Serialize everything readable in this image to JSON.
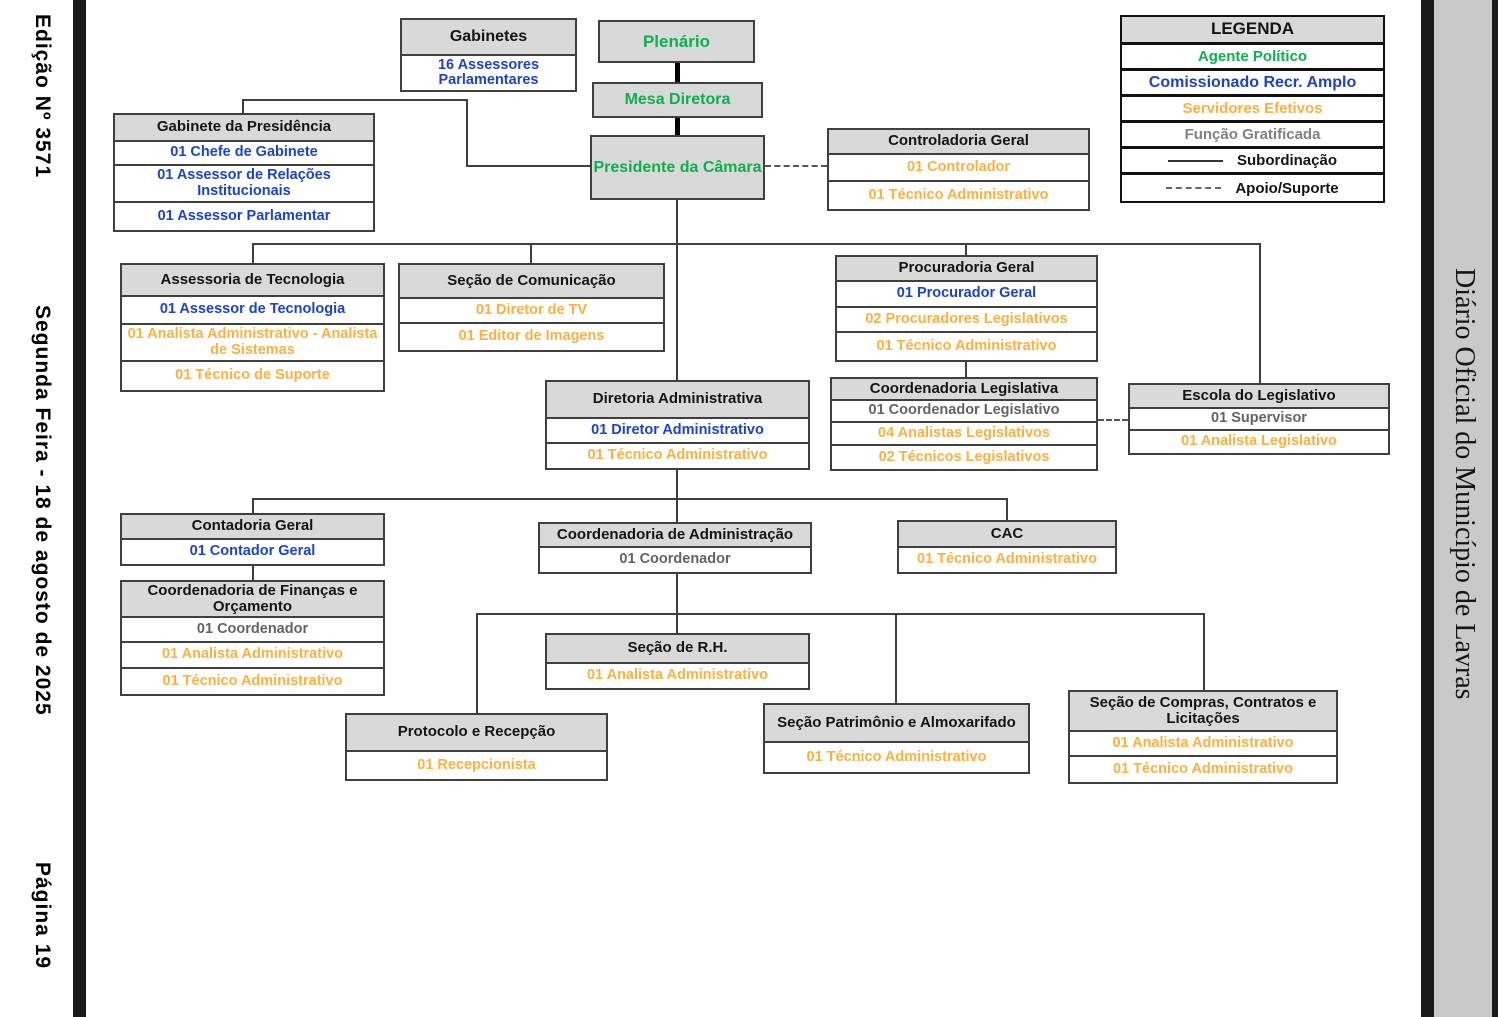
{
  "sidebar_left": {
    "edition_label": "Edição Nº 3571",
    "date_label": "Segunda Feira - 18 de agosto de 2025",
    "page_label": "Página 19"
  },
  "sidebar_right": {
    "gazette_title": "Diário Oficial do Município de Lavras"
  },
  "palette": {
    "agente_politico_green": "#0CB04E",
    "comissionado_blue": "#1B43CB",
    "servidor_efetivo_orange": "#FBB040",
    "funcao_gratificada_gray": "#808080",
    "header_bg": "#D9D9D9",
    "line": "#3F3F3F"
  },
  "legend": {
    "title": "LEGENDA",
    "items": [
      {
        "label": "Agente Político",
        "category": "agente-politico"
      },
      {
        "label": "Comissionado Recr. Amplo",
        "category": "comissionado"
      },
      {
        "label": "Servidores Efetivos",
        "category": "servidor-efetivo"
      },
      {
        "label": "Função Gratificada",
        "category": "funcao-gratificada"
      },
      {
        "label": "Subordinação",
        "icon": "solid-line"
      },
      {
        "label": "Apoio/Suporte",
        "icon": "dashed-line"
      }
    ]
  },
  "org": {
    "plenario": {
      "title": "Plenário"
    },
    "mesa_diretora": {
      "title": "Mesa Diretora"
    },
    "presidente": {
      "title": "Presidente da Câmara"
    },
    "gabinetes": {
      "title": "Gabinetes",
      "rows": [
        {
          "text": "16 Assessores Parlamentares",
          "category": "comissionado"
        }
      ]
    },
    "gabinete_presidencia": {
      "title": "Gabinete da Presidência",
      "rows": [
        {
          "text": "01 Chefe de Gabinete",
          "category": "comissionado"
        },
        {
          "text": "01 Assessor de Relações Institucionais",
          "category": "comissionado"
        },
        {
          "text": "01 Assessor Parlamentar",
          "category": "comissionado"
        }
      ]
    },
    "controladoria_geral": {
      "title": "Controladoria Geral",
      "rows": [
        {
          "text": "01 Controlador",
          "category": "servidor-efetivo"
        },
        {
          "text": "01 Técnico Administrativo",
          "category": "servidor-efetivo"
        }
      ]
    },
    "assessoria_tecnologia": {
      "title": "Assessoria de Tecnologia",
      "rows": [
        {
          "text": "01 Assessor de Tecnologia",
          "category": "comissionado"
        },
        {
          "text": "01 Analista Administrativo - Analista de Sistemas",
          "category": "servidor-efetivo"
        },
        {
          "text": "01 Técnico de Suporte",
          "category": "servidor-efetivo"
        }
      ]
    },
    "secao_comunicacao": {
      "title": "Seção de Comunicação",
      "rows": [
        {
          "text": "01 Diretor de TV",
          "category": "servidor-efetivo"
        },
        {
          "text": "01 Editor de Imagens",
          "category": "servidor-efetivo"
        }
      ]
    },
    "procuradoria_geral": {
      "title": "Procuradoria Geral",
      "rows": [
        {
          "text": "01 Procurador Geral",
          "category": "comissionado"
        },
        {
          "text": "02 Procuradores Legislativos",
          "category": "servidor-efetivo"
        },
        {
          "text": "01 Técnico Administrativo",
          "category": "servidor-efetivo"
        }
      ]
    },
    "diretoria_administrativa": {
      "title": "Diretoria Administrativa",
      "rows": [
        {
          "text": "01 Diretor Administrativo",
          "category": "comissionado"
        },
        {
          "text": "01 Técnico Administrativo",
          "category": "servidor-efetivo"
        }
      ]
    },
    "coordenadoria_legislativa": {
      "title": "Coordenadoria Legislativa",
      "rows": [
        {
          "text": "01 Coordenador Legislativo",
          "category": "funcao-gratificada"
        },
        {
          "text": "04 Analistas Legislativos",
          "category": "servidor-efetivo"
        },
        {
          "text": "02 Técnicos Legislativos",
          "category": "servidor-efetivo"
        }
      ]
    },
    "escola_legislativo": {
      "title": "Escola do Legislativo",
      "rows": [
        {
          "text": "01 Supervisor",
          "category": "funcao-gratificada"
        },
        {
          "text": "01 Analista Legislativo",
          "category": "servidor-efetivo"
        }
      ]
    },
    "contadoria_geral": {
      "title": "Contadoria Geral",
      "rows": [
        {
          "text": "01 Contador Geral",
          "category": "comissionado"
        }
      ]
    },
    "coordenadoria_financas": {
      "title": "Coordenadoria de Finanças e Orçamento",
      "rows": [
        {
          "text": "01 Coordenador",
          "category": "funcao-gratificada"
        },
        {
          "text": "01 Analista Administrativo",
          "category": "servidor-efetivo"
        },
        {
          "text": "01 Técnico Administrativo",
          "category": "servidor-efetivo"
        }
      ]
    },
    "coordenadoria_administracao": {
      "title": "Coordenadoria de Administração",
      "rows": [
        {
          "text": "01 Coordenador",
          "category": "funcao-gratificada"
        }
      ]
    },
    "cac": {
      "title": "CAC",
      "rows": [
        {
          "text": "01 Técnico Administrativo",
          "category": "servidor-efetivo"
        }
      ]
    },
    "secao_rh": {
      "title": "Seção de R.H.",
      "rows": [
        {
          "text": "01 Analista Administrativo",
          "category": "servidor-efetivo"
        }
      ]
    },
    "protocolo_recepcao": {
      "title": "Protocolo e Recepção",
      "rows": [
        {
          "text": "01 Recepcionista",
          "category": "servidor-efetivo"
        }
      ]
    },
    "secao_patrimonio": {
      "title": "Seção Patrimônio e Almoxarifado",
      "rows": [
        {
          "text": "01 Técnico Administrativo",
          "category": "servidor-efetivo"
        }
      ]
    },
    "secao_compras": {
      "title": "Seção de Compras, Contratos e Licitações",
      "rows": [
        {
          "text": "01 Analista Administrativo",
          "category": "servidor-efetivo"
        },
        {
          "text": "01 Técnico Administrativo",
          "category": "servidor-efetivo"
        }
      ]
    }
  }
}
